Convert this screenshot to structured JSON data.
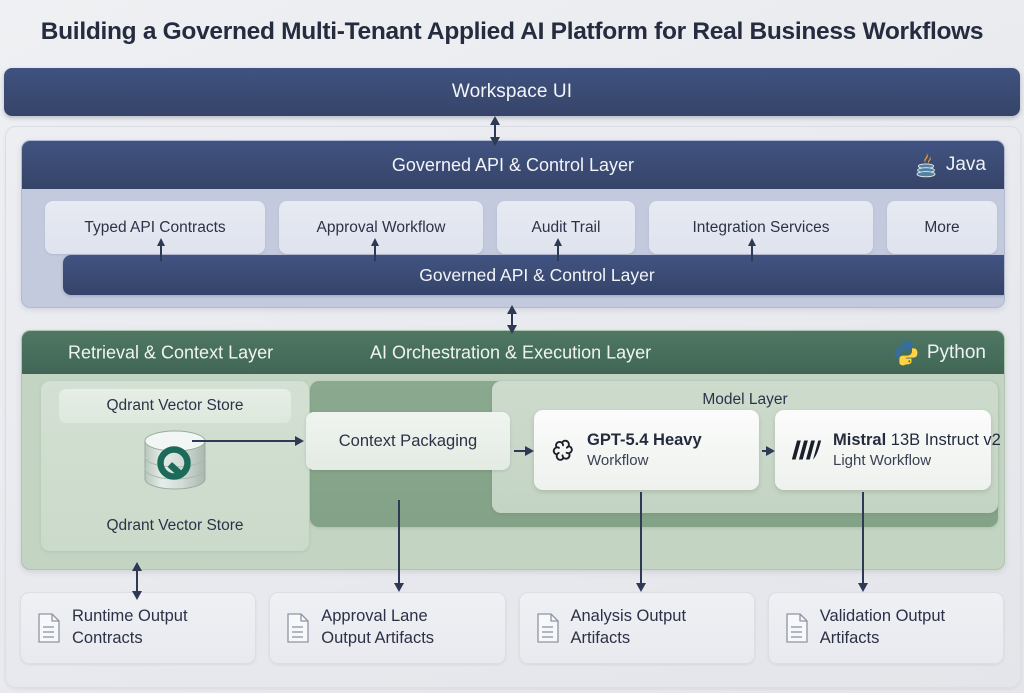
{
  "title": "Building a Governed Multi-Tenant Applied AI Platform for Real Business Workflows",
  "workspace": {
    "label": "Workspace UI"
  },
  "api_layer": {
    "header_title": "Governed API & Control Layer",
    "footer_title": "Governed API & Control Layer",
    "tech": {
      "name": "Java",
      "icon": "java-icon",
      "color": "#f89820"
    },
    "features": [
      {
        "label": "Typed API Contracts"
      },
      {
        "label": "Approval Workflow"
      },
      {
        "label": "Audit Trail"
      },
      {
        "label": "Integration Services"
      },
      {
        "label": "More"
      }
    ]
  },
  "ai_layer": {
    "sub_title": "Retrieval & Context Layer",
    "main_title": "AI Orchestration & Execution Layer",
    "tech": {
      "name": "Python",
      "icon": "python-icon",
      "color_blue": "#366f9e",
      "color_yellow": "#ffd343"
    },
    "retrieval": {
      "title": "Qdrant Vector Store",
      "icon": "qdrant-database-icon",
      "label": "Qdrant Vector Store",
      "accent": "#1c6b5a"
    },
    "context": {
      "label": "Context Packaging"
    },
    "model_panel": {
      "title": "Model Layer"
    },
    "models": [
      {
        "icon": "openai-icon",
        "name_bold": "GPT-5.4 Heavy",
        "name_rest": "",
        "subtitle": "Workflow"
      },
      {
        "icon": "mistral-icon",
        "name_bold": "Mistral",
        "name_rest": " 13B Instruct v2",
        "subtitle": "Light Workflow"
      }
    ]
  },
  "outputs": [
    {
      "icon": "document-icon",
      "line1": "Runtime Output",
      "line2": "Contracts"
    },
    {
      "icon": "document-icon",
      "line1": "Approval Lane",
      "line2": "Output Artifacts"
    },
    {
      "icon": "document-icon",
      "line1": "Analysis Output",
      "line2": "Artifacts"
    },
    {
      "icon": "document-icon",
      "line1": "Validation Output",
      "line2": "Artifacts"
    }
  ],
  "colors": {
    "navy": "#3a4a72",
    "green": "#466d5b",
    "background": "#e9ebef",
    "arrow": "#2e3a55"
  }
}
